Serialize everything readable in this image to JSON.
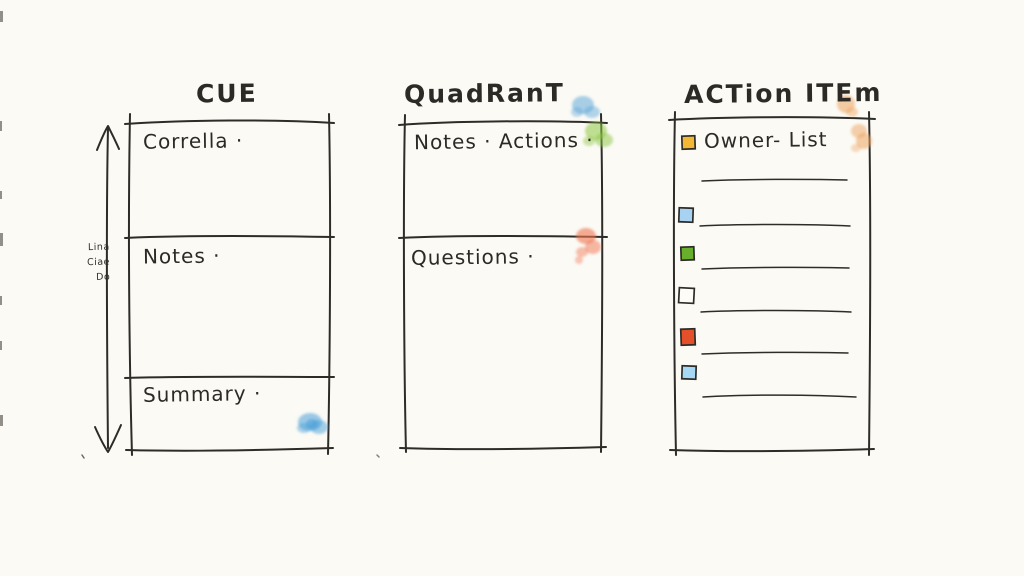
{
  "canvas": {
    "background_color": "#fbfaf5",
    "ink_color": "#2e2c28"
  },
  "panels": {
    "cue": {
      "title": "CUE",
      "sections": [
        "Corrella ·",
        "Notes ·",
        "Summary ·"
      ],
      "side_note": [
        "Lina",
        "Ciae",
        "Do"
      ],
      "smudge_color": "#4aa0d8"
    },
    "quadrant": {
      "title": "QuadRanT",
      "sections": [
        "Notes · Actions ·",
        "Questions ·"
      ],
      "smudge_colors": {
        "blue": "#58a3d8",
        "green": "#8cc63f",
        "red": "#ef7450"
      }
    },
    "action_item": {
      "title": "ACTion ITEm",
      "owner_label": "Owner- List",
      "owner_checkbox_color": "#f2b733",
      "checkbox_colors": [
        "#a8d2f2",
        "#68b02c",
        "#fdfcf7",
        "#e4502a",
        "#a6d7f5"
      ],
      "smudge_color": "#eda45f"
    }
  }
}
